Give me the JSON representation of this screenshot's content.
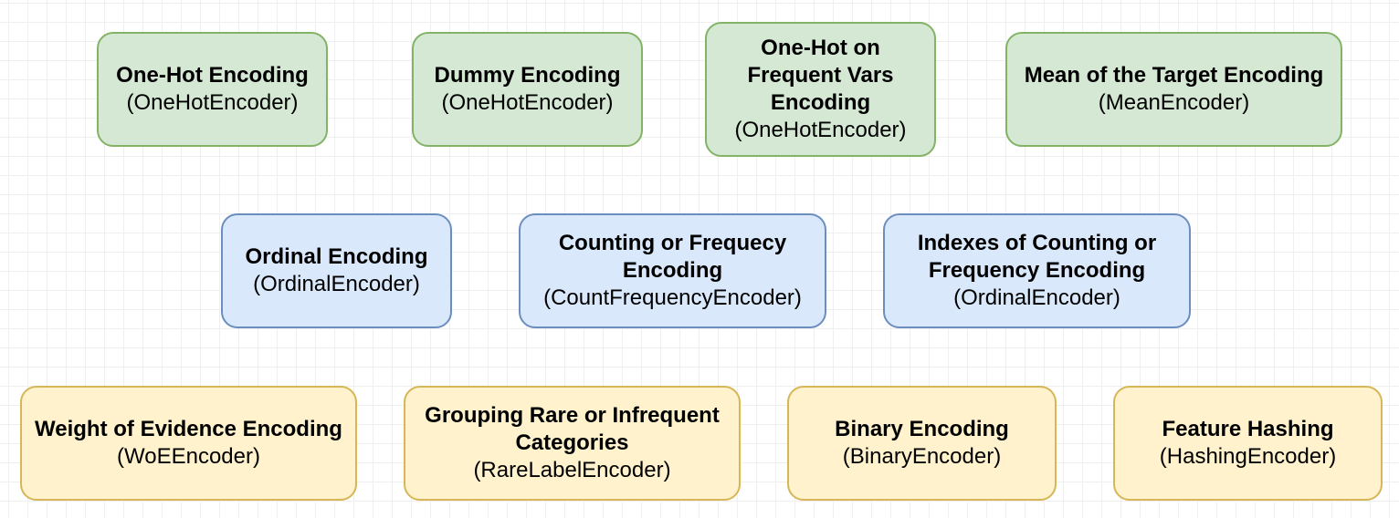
{
  "diagram": {
    "rows": [
      {
        "category": "green",
        "color_fill": "#d5e8d4",
        "color_stroke": "#82b366",
        "nodes": [
          {
            "title": "One-Hot Encoding",
            "subtitle": "(OneHotEncoder)"
          },
          {
            "title": "Dummy Encoding",
            "subtitle": "(OneHotEncoder)"
          },
          {
            "title": "One-Hot on Frequent Vars Encoding",
            "subtitle": "(OneHotEncoder)"
          },
          {
            "title": "Mean of the Target Encoding",
            "subtitle": "(MeanEncoder)"
          }
        ]
      },
      {
        "category": "blue",
        "color_fill": "#dae8fc",
        "color_stroke": "#6c8ebf",
        "nodes": [
          {
            "title": "Ordinal Encoding",
            "subtitle": "(OrdinalEncoder)"
          },
          {
            "title": "Counting or Frequecy Encoding",
            "subtitle": "(CountFrequencyEncoder)"
          },
          {
            "title": "Indexes of Counting or Frequency Encoding",
            "subtitle": "(OrdinalEncoder)"
          }
        ]
      },
      {
        "category": "yellow",
        "color_fill": "#fff2cc",
        "color_stroke": "#d6b656",
        "nodes": [
          {
            "title": "Weight of Evidence Encoding",
            "subtitle": "(WoEEncoder)"
          },
          {
            "title": "Grouping Rare or Infrequent Categories",
            "subtitle": "(RareLabelEncoder)"
          },
          {
            "title": "Binary Encoding",
            "subtitle": "(BinaryEncoder)"
          },
          {
            "title": "Feature Hashing",
            "subtitle": "(HashingEncoder)"
          }
        ]
      }
    ]
  }
}
